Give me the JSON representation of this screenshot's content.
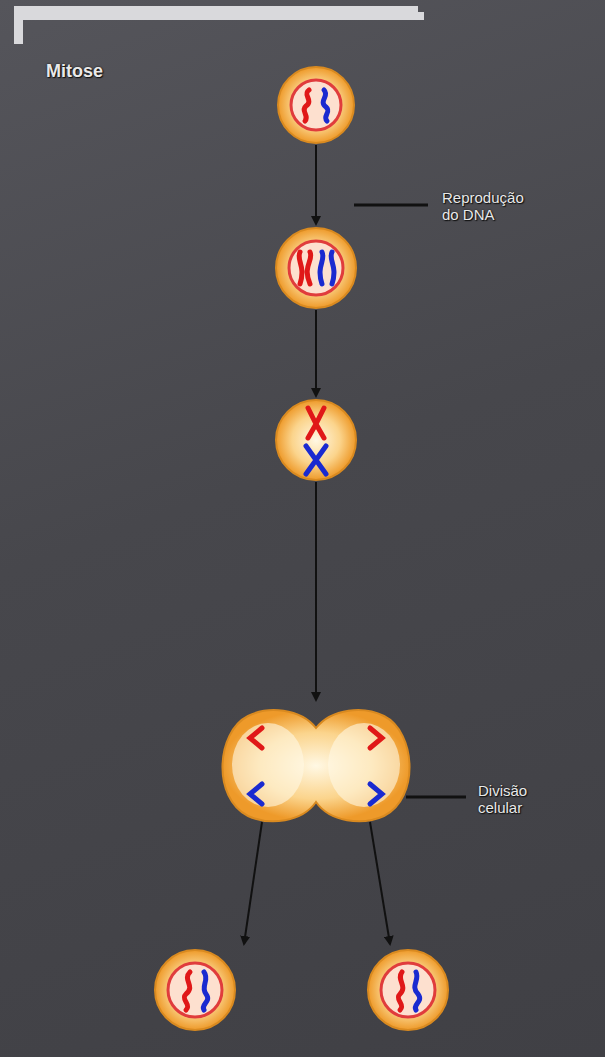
{
  "diagram": {
    "title": "Mitose",
    "labels": [
      "Reprodução do DNA",
      "Divisão celular"
    ]
  }
}
